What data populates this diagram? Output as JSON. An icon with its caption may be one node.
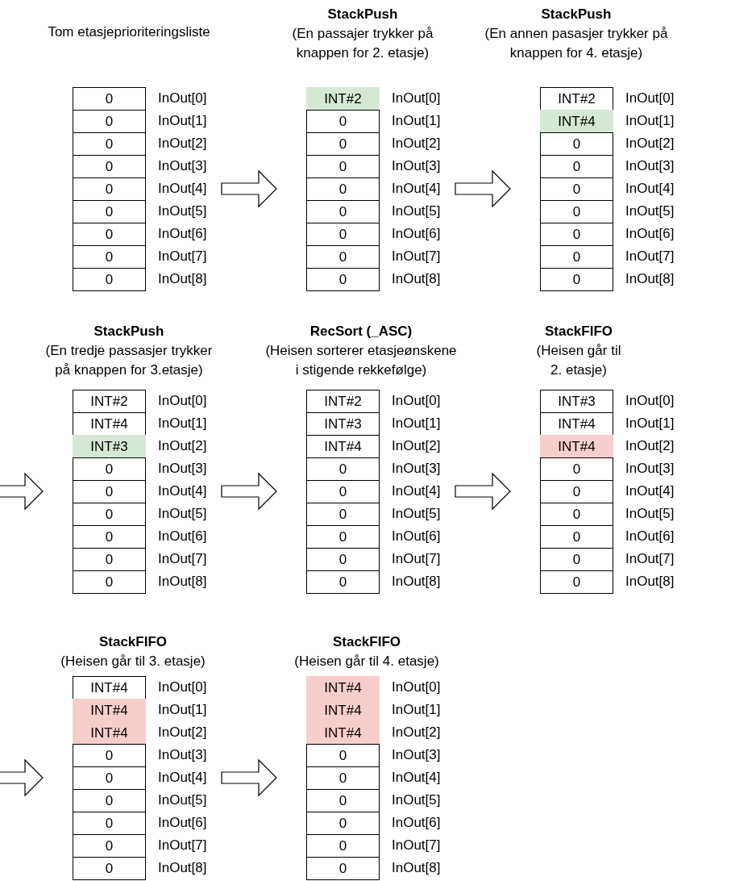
{
  "diagram": {
    "nodes": [
      {
        "text": [
          "Tom etasjeprioriteringsliste"
        ]
      },
      {
        "text": [
          "0"
        ],
        "in": 0,
        "beside": [
          "InOut[0]"
        ]
      },
      {
        "text": [
          "0"
        ],
        "in": 0,
        "beside": [
          "InOut[1]"
        ]
      },
      {
        "text": [
          "0"
        ],
        "in": 0,
        "beside": [
          "InOut[2]"
        ]
      },
      {
        "text": [
          "0"
        ],
        "in": 0,
        "beside": [
          "InOut[3]"
        ]
      },
      {
        "text": [
          "0"
        ],
        "in": 0,
        "beside": [
          "InOut[4]"
        ]
      },
      {
        "text": [
          "0"
        ],
        "in": 0,
        "beside": [
          "InOut[5]"
        ]
      },
      {
        "text": [
          "0"
        ],
        "in": 0,
        "beside": [
          "InOut[6]"
        ]
      },
      {
        "text": [
          "0"
        ],
        "in": 0,
        "beside": [
          "InOut[7]"
        ]
      },
      {
        "text": [
          "0"
        ],
        "in": 0,
        "beside": [
          "InOut[8]"
        ]
      },
      {
        "text": [
          "StackPush",
          "(En passajer trykker på knappen for 2. etasje)"
        ]
      },
      {
        "text": [
          "INT#2"
        ],
        "in": 10,
        "beside": [
          "InOut[0]"
        ]
      },
      {
        "text": [
          "0"
        ],
        "in": 10,
        "beside": [
          "InOut[1]"
        ]
      },
      {
        "text": [
          "0"
        ],
        "in": 10,
        "beside": [
          "InOut[2]"
        ]
      },
      {
        "text": [
          "0"
        ],
        "in": 10,
        "beside": [
          "InOut[3]"
        ]
      },
      {
        "text": [
          "0"
        ],
        "in": 10,
        "beside": [
          "InOut[4]"
        ]
      },
      {
        "text": [
          "0"
        ],
        "in": 10,
        "beside": [
          "InOut[5]"
        ]
      },
      {
        "text": [
          "0"
        ],
        "in": 10,
        "beside": [
          "InOut[6]"
        ]
      },
      {
        "text": [
          "0"
        ],
        "in": 10,
        "beside": [
          "InOut[7]"
        ]
      },
      {
        "text": [
          "0"
        ],
        "in": 10,
        "beside": [
          "InOut[8]"
        ]
      },
      {
        "text": [
          "StackPush",
          "(En annen pasasjer trykker på knappen for 4. etasje)"
        ]
      },
      {
        "text": [
          "INT#2"
        ],
        "in": 20,
        "beside": [
          "InOut[0]"
        ]
      },
      {
        "text": [
          "INT#4"
        ],
        "in": 20,
        "beside": [
          "InOut[1]"
        ]
      },
      {
        "text": [
          "0"
        ],
        "in": 20,
        "beside": [
          "InOut[2]"
        ]
      },
      {
        "text": [
          "0"
        ],
        "in": 20,
        "beside": [
          "InOut[3]"
        ]
      },
      {
        "text": [
          "0"
        ],
        "in": 20,
        "beside": [
          "InOut[4]"
        ]
      },
      {
        "text": [
          "0"
        ],
        "in": 20,
        "beside": [
          "InOut[5]"
        ]
      },
      {
        "text": [
          "0"
        ],
        "in": 20,
        "beside": [
          "InOut[6]"
        ]
      },
      {
        "text": [
          "0"
        ],
        "in": 20,
        "beside": [
          "InOut[7]"
        ]
      },
      {
        "text": [
          "0"
        ],
        "in": 20,
        "beside": [
          "InOut[8]"
        ]
      },
      {
        "text": [
          "StackPush",
          "(En tredje passasjer trykker på knappen for 3.etasje)"
        ]
      },
      {
        "text": [
          "INT#2"
        ],
        "in": 30,
        "beside": [
          "InOut[0]"
        ]
      },
      {
        "text": [
          "INT#4"
        ],
        "in": 30,
        "beside": [
          "InOut[1]"
        ]
      },
      {
        "text": [
          "INT#3"
        ],
        "in": 30,
        "beside": [
          "InOut[2]"
        ]
      },
      {
        "text": [
          "0"
        ],
        "in": 30,
        "beside": [
          "InOut[3]"
        ]
      },
      {
        "text": [
          "0"
        ],
        "in": 30,
        "beside": [
          "InOut[4]"
        ]
      },
      {
        "text": [
          "0"
        ],
        "in": 30,
        "beside": [
          "InOut[5]"
        ]
      },
      {
        "text": [
          "0"
        ],
        "in": 30,
        "beside": [
          "InOut[6]"
        ]
      },
      {
        "text": [
          "0"
        ],
        "in": 30,
        "beside": [
          "InOut[7]"
        ]
      },
      {
        "text": [
          "0"
        ],
        "in": 30,
        "beside": [
          "InOut[8]"
        ]
      },
      {
        "text": [
          "**RecSort** (_ASC)",
          "(Heisen sorterer etasjeønskene i stigende rekkefølge)"
        ]
      },
      {
        "text": [
          "INT#2"
        ],
        "in": 40,
        "beside": [
          "InOut[0]"
        ]
      },
      {
        "text": [
          "INT#3"
        ],
        "in": 40,
        "beside": [
          "InOut[1]"
        ]
      },
      {
        "text": [
          "INT#4"
        ],
        "in": 40,
        "beside": [
          "InOut[2]"
        ]
      },
      {
        "text": [
          "0"
        ],
        "in": 40,
        "beside": [
          "InOut[3]"
        ]
      },
      {
        "text": [
          "0"
        ],
        "in": 40,
        "beside": [
          "InOut[4]"
        ]
      },
      {
        "text": [
          "0"
        ],
        "in": 40,
        "beside": [
          "InOut[5]"
        ]
      },
      {
        "text": [
          "0"
        ],
        "in": 40,
        "beside": [
          "InOut[6]"
        ]
      },
      {
        "text": [
          "0"
        ],
        "in": 40,
        "beside": [
          "InOut[7]"
        ]
      },
      {
        "text": [
          "0"
        ],
        "in": 40,
        "beside": [
          "InOut[8]"
        ]
      },
      {
        "text": [
          "StackFIFO",
          "(Heisen går til 2. etasje)"
        ]
      },
      {
        "text": [
          "INT#3"
        ],
        "in": 50,
        "beside": [
          "InOut[0]"
        ]
      },
      {
        "text": [
          "INT#4"
        ],
        "in": 50,
        "beside": [
          "InOut[1]"
        ]
      },
      {
        "text": [
          "INT#4"
        ],
        "in": 50,
        "beside": [
          "InOut[2]"
        ]
      },
      {
        "text": [
          "0"
        ],
        "in": 50,
        "beside": [
          "InOut[3]"
        ]
      },
      {
        "text": [
          "0"
        ],
        "in": 50,
        "beside": [
          "InOut[4]"
        ]
      },
      {
        "text": [
          "0"
        ],
        "in": 50,
        "beside": [
          "InOut[5]"
        ]
      },
      {
        "text": [
          "0"
        ],
        "in": 50,
        "beside": [
          "InOut[6]"
        ]
      },
      {
        "text": [
          "0"
        ],
        "in": 50,
        "beside": [
          "InOut[7]"
        ]
      },
      {
        "text": [
          "0"
        ],
        "in": 50,
        "beside": [
          "InOut[8]"
        ]
      },
      {
        "text": [
          "StackFIFO",
          "(Heisen går til 3. etasje)"
        ]
      },
      {
        "text": [
          "INT#4"
        ],
        "in": 60,
        "beside": [
          "InOut[0]"
        ]
      },
      {
        "text": [
          "INT#4"
        ],
        "in": 60,
        "beside": [
          "InOut[1]"
        ]
      },
      {
        "text": [
          "INT#4"
        ],
        "in": 60,
        "beside": [
          "InOut[2]"
        ]
      },
      {
        "text": [
          "0"
        ],
        "in": 60,
        "beside": [
          "InOut[3]"
        ]
      },
      {
        "text": [
          "0"
        ],
        "in": 60,
        "beside": [
          "InOut[4]"
        ]
      },
      {
        "text": [
          "0"
        ],
        "in": 60,
        "beside": [
          "InOut[5]"
        ]
      },
      {
        "text": [
          "0"
        ],
        "in": 60,
        "beside": [
          "InOut[6]"
        ]
      },
      {
        "text": [
          "0"
        ],
        "in": 60,
        "beside": [
          "InOut[7]"
        ]
      },
      {
        "text": [
          "0"
        ],
        "in": 60,
        "beside": [
          "InOut[8]"
        ]
      },
      {
        "text": [
          "StackFIFO",
          "(Heisen går til 4. etasje)"
        ]
      },
      {
        "text": [
          "INT#4"
        ],
        "in": 70,
        "beside": [
          "InOut[0]"
        ]
      },
      {
        "text": [
          "INT#4"
        ],
        "in": 70,
        "beside": [
          "InOut[1]"
        ]
      },
      {
        "text": [
          "INT#4"
        ],
        "in": 70,
        "beside": [
          "InOut[2]"
        ]
      },
      {
        "text": [
          "0"
        ],
        "in": 70,
        "beside": [
          "InOut[3]"
        ]
      },
      {
        "text": [
          "0"
        ],
        "in": 70,
        "beside": [
          "InOut[4]"
        ]
      },
      {
        "text": [
          "0"
        ],
        "in": 70,
        "beside": [
          "InOut[5]"
        ]
      },
      {
        "text": [
          "0"
        ],
        "in": 70,
        "beside": [
          "InOut[6]"
        ]
      },
      {
        "text": [
          "0"
        ],
        "in": 70,
        "beside": [
          "InOut[7]"
        ]
      },
      {
        "text": [
          "0"
        ],
        "in": 70,
        "beside": [
          "InOut[8]"
        ]
      }
    ],
    "edges": [
      {
        "from": 0,
        "to": 10,
        "arrow": "to"
      },
      {
        "from": 10,
        "to": 20,
        "arrow": "to"
      },
      {
        "from": null,
        "to": 30,
        "arrow": "to"
      },
      {
        "from": 30,
        "to": 40,
        "arrow": "to"
      },
      {
        "from": 40,
        "to": 50,
        "arrow": "to"
      },
      {
        "from": null,
        "to": 60,
        "arrow": "to"
      },
      {
        "from": 60,
        "to": 70,
        "arrow": "to"
      }
    ]
  }
}
